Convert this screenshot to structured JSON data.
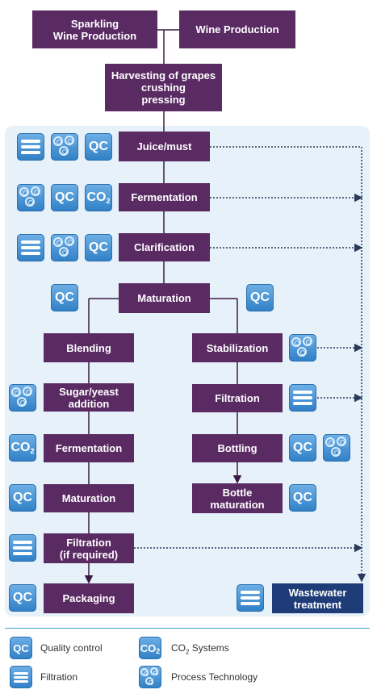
{
  "boxes": {
    "sparkling": "Sparkling\nWine Production",
    "wine": "Wine Production",
    "harvest": "Harvesting of grapes\ncrushing\npressing",
    "juice": "Juice/must",
    "fermentation": "Fermentation",
    "clarification": "Clarification",
    "maturation": "Maturation",
    "blending": "Blending",
    "sugar": "Sugar/yeast\naddition",
    "fermentation2": "Fermentation",
    "maturation2": "Maturation",
    "filtration_opt": "Filtration\n(if required)",
    "packaging": "Packaging",
    "stabilization": "Stabilization",
    "filtration": "Filtration",
    "bottling": "Bottling",
    "bottle_maturation": "Bottle\nmaturation",
    "wastewater": "Wastewater\ntreatment"
  },
  "icons": {
    "qc_text": "QC",
    "co2_text": "CO",
    "co2_sub": "2"
  },
  "legend": {
    "quality_control": "Quality control",
    "co2_systems_prefix": "CO",
    "co2_systems_sub": "2",
    "co2_systems_suffix": " Systems",
    "filtration": "Filtration",
    "process_technology": "Process Technology"
  },
  "colors": {
    "process_box": "#5a2a63",
    "wastewater_box": "#1e3c78",
    "icon_blue": "#2f7fc6",
    "panel_bg": "#e6f1fa"
  }
}
